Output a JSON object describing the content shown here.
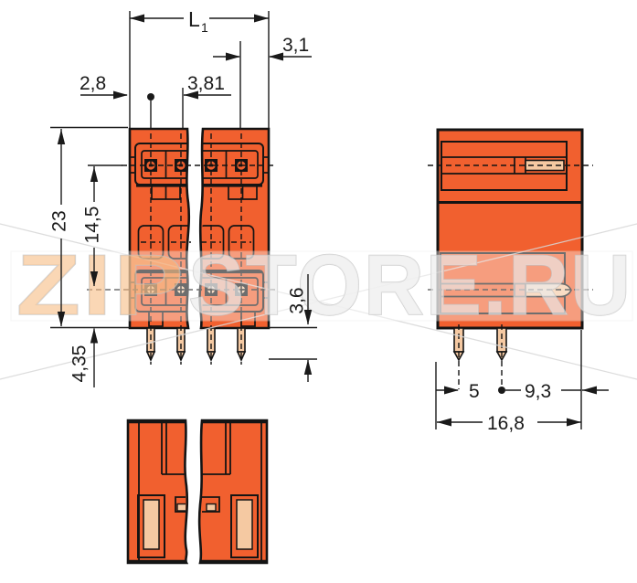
{
  "title": "Terminal block connector dimensional drawing",
  "views": {
    "front": "front-view",
    "side": "side-view",
    "bottom": "bottom-view"
  },
  "dimensions": {
    "l1": {
      "label": "L",
      "subscript": "1"
    },
    "edge_to_first_pole": "2,8",
    "pole_pitch": "3,81",
    "last_pole_to_edge": "3,1",
    "body_height": "23",
    "row_spacing": "14,5",
    "lower_section": "4,35",
    "pin_protrusion": "3,6",
    "edge_to_pin_row": "5",
    "pin_row_to_edge": "9,3",
    "body_depth": "16,8"
  },
  "watermark": {
    "text": "ZIPSTORE.RU",
    "part1": "ZIP",
    "part2": "STORE.RU"
  },
  "colors": {
    "background": "#ffffff",
    "body_orange": "#f1602f",
    "pin_tan": "#f5c9a2",
    "contact_dark": "#141414",
    "outline": "#141414",
    "dim_color": "#1a1a1a",
    "wm_orange": "#f8c18c",
    "wm_gray": "#ededed",
    "wm_stroke": "#c9c9c9"
  }
}
